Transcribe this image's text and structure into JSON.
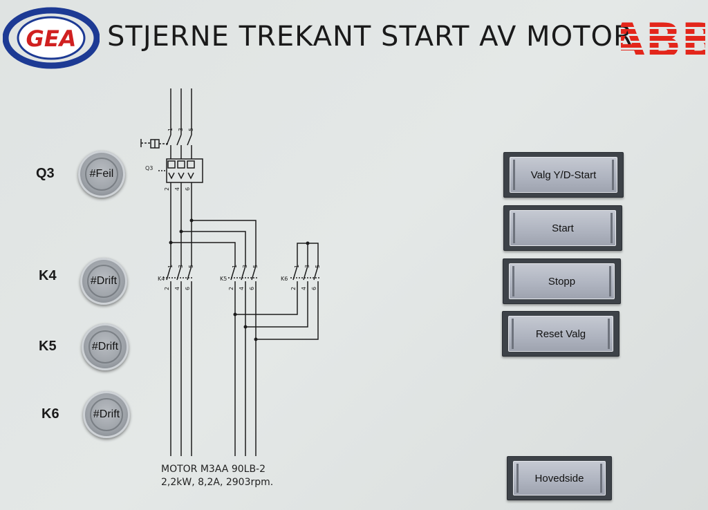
{
  "header": {
    "title": "STJERNE TREKANT START AV MOTOR",
    "logo_left": "GEA",
    "logo_right": "ABB"
  },
  "colors": {
    "gea_blue": "#1d3a94",
    "gea_red": "#d02020",
    "abb_red": "#e3261b",
    "line": "#1c1c1c"
  },
  "lamps": [
    {
      "label": "Q3",
      "value": "#Feil"
    },
    {
      "label": "K4",
      "value": "#Drift"
    },
    {
      "label": "K5",
      "value": "#Drift"
    },
    {
      "label": "K6",
      "value": "#Drift"
    }
  ],
  "buttons": {
    "valg": "Valg Y/D-Start",
    "start": "Start",
    "stopp": "Stopp",
    "reset": "Reset Valg",
    "hovedside": "Hovedside"
  },
  "diagram": {
    "q3_label": "Q3",
    "k4_label": "K4",
    "k5_label": "K5",
    "k6_label": "K6",
    "pin1": "1",
    "pin3": "3",
    "pin5": "5",
    "pin2": "2",
    "pin4": "4",
    "pin6": "6",
    "motor_line1": "MOTOR M3AA 90LB-2",
    "motor_line2": "2,2kW, 8,2A, 2903rpm."
  }
}
